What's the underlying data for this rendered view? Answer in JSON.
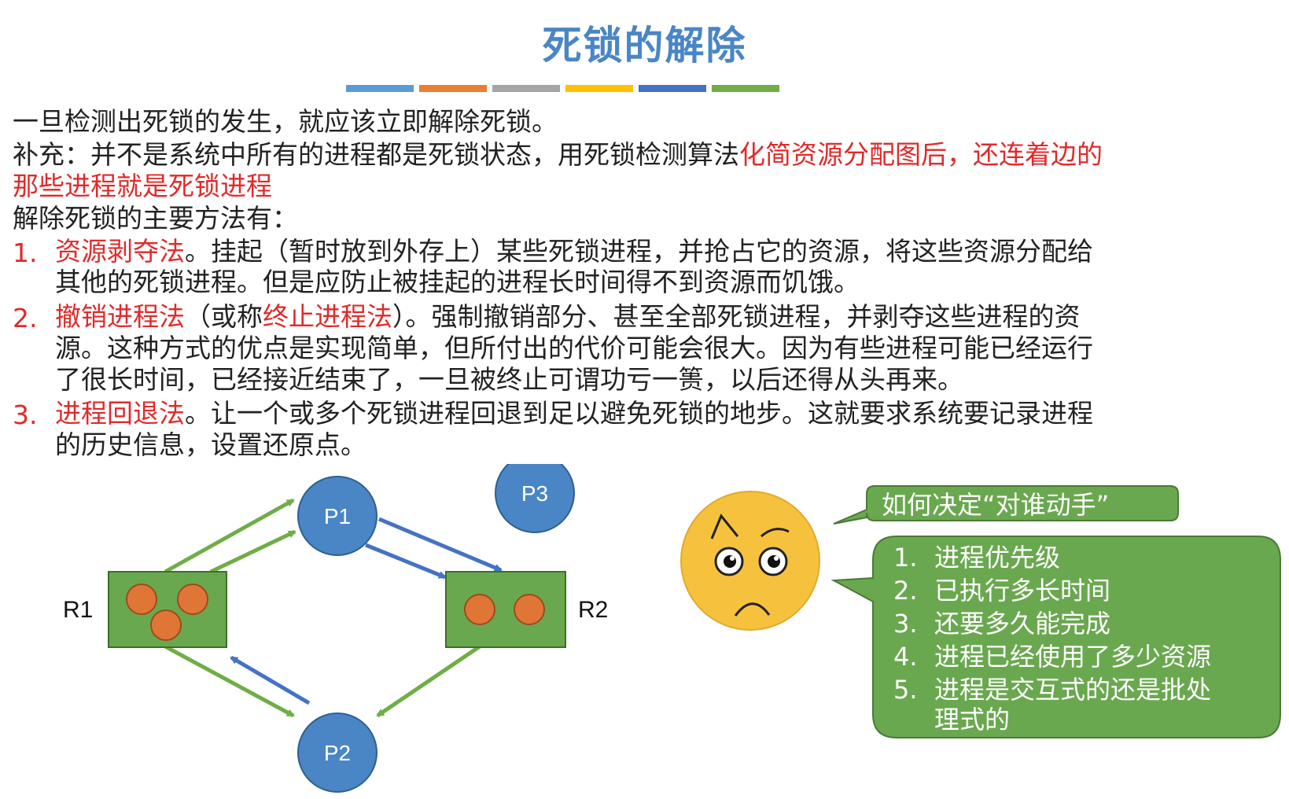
{
  "title": "死锁的解除",
  "title_bar_colors": [
    "#5b9bd5",
    "#ed7d31",
    "#a5a5a5",
    "#ffc000",
    "#4472c4",
    "#70ad47"
  ],
  "intro": "一旦检测出死锁的发生，就应该立即解除死锁。",
  "supplement": {
    "prefix": "补充：并不是系统中所有的进程都是死锁状态，用死锁检测算法",
    "highlight1": "化简资源分配图后，还连着边的",
    "highlight2": "那些进程就是死锁进程"
  },
  "methods_intro": "解除死锁的主要方法有：",
  "methods": [
    {
      "num": "1.",
      "name": "资源剥夺法",
      "line1": "。挂起（暂时放到外存上）某些死锁进程，并抢占它的资源，将这些资源分配给",
      "line2": "其他的死锁进程。但是应防止被挂起的进程长时间得不到资源而饥饿。"
    },
    {
      "num": "2.",
      "name": "撤销进程法",
      "alt_prefix": "（或称",
      "alt_name": "终止进程法",
      "line1_rest": "）。强制撤销部分、甚至全部死锁进程，并剥夺这些进程的资",
      "line2": "源。这种方式的优点是实现简单，但所付出的代价可能会很大。因为有些进程可能已经运行",
      "line3": "了很长时间，已经接近结束了，一旦被终止可谓功亏一篑，以后还得从头再来。"
    },
    {
      "num": "3.",
      "name": "进程回退法",
      "line1": "。让一个或多个死锁进程回退到足以避免死锁的地步。这就要求系统要记录进程",
      "line2": "的历史信息，设置还原点。"
    }
  ],
  "diagram": {
    "processes": [
      "P1",
      "P2",
      "P3"
    ],
    "resources": [
      "R1",
      "R2"
    ],
    "colors": {
      "process": "#4a86c5",
      "resource": "#6aa84f",
      "token": "#e07636",
      "request_edge": "#4472c4",
      "assign_edge": "#70ad47"
    }
  },
  "bubble_question": "如何决定“对谁动手”",
  "criteria": [
    {
      "num": "1.",
      "text": "进程优先级"
    },
    {
      "num": "2.",
      "text": "已执行多长时间"
    },
    {
      "num": "3.",
      "text": "还要多久能完成"
    },
    {
      "num": "4.",
      "text": "进程已经使用了多少资源"
    },
    {
      "num": "5.",
      "text": "进程是交互式的还是批处",
      "text2": "理式的"
    }
  ]
}
